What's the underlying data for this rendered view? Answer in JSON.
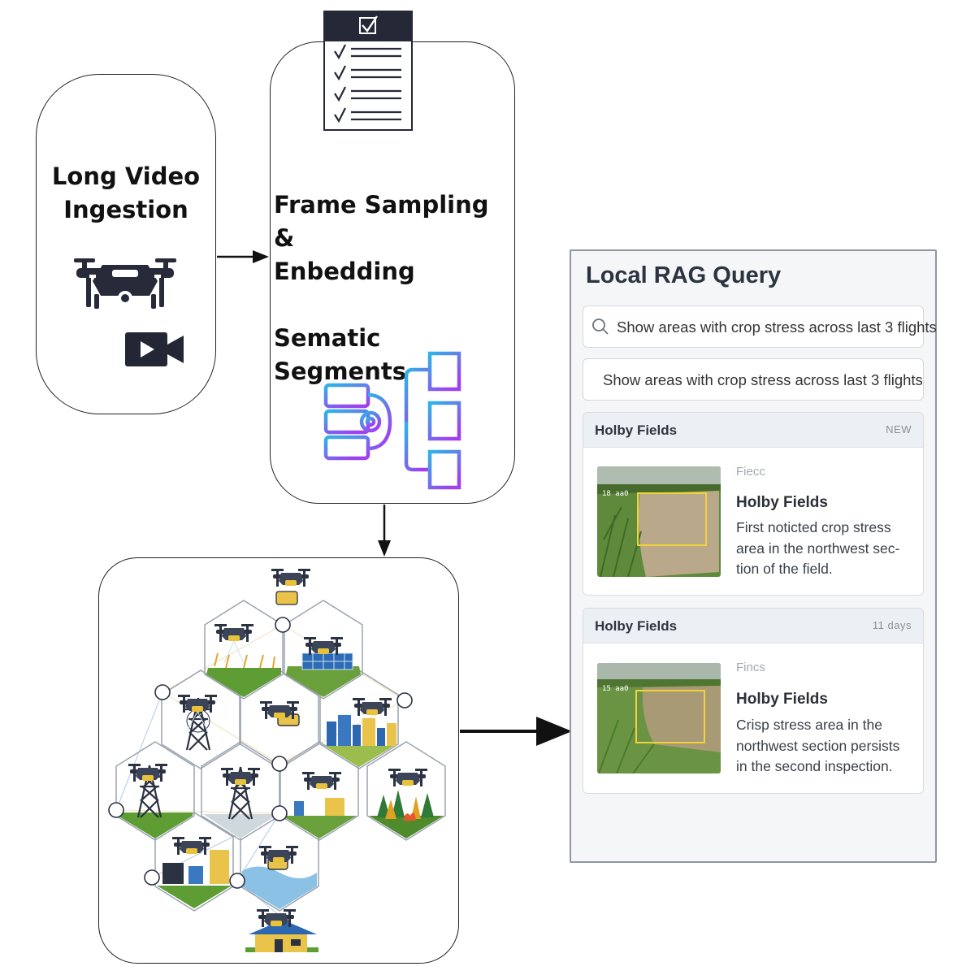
{
  "stages": {
    "ingestion": {
      "title_line1": "Long Video",
      "title_line2": "Ingestion"
    },
    "sampling": {
      "title_line1": "Frame Sampling &",
      "title_line2": "Enbedding",
      "segments_title": "Sematic Segments"
    }
  },
  "rag": {
    "title": "Local RAG Query",
    "search_text": "Show areas with crop stress across last 3 flights",
    "query_text": "Show areas with crop stress across last 3 flights",
    "results": [
      {
        "header": "Holby Fields",
        "tag": "NEW",
        "small_label": "Fiecc",
        "thumb_label": "18 aa0",
        "title": "Holby Fields",
        "desc_lines": [
          "First noticted crop stress",
          "area in the northwest sec-",
          "tion of the field."
        ]
      },
      {
        "header": "Holby Fields",
        "tag": "11 days",
        "small_label": "Fincs",
        "thumb_label": "15 aa0",
        "title": "Holby Fields",
        "desc_lines": [
          "Crisp stress area in the",
          "northwest section persists",
          "in the second inspection."
        ]
      }
    ]
  },
  "icons": [
    "drone-icon",
    "video-camera-icon",
    "checklist-icon",
    "segments-icon",
    "drone-network-illustration",
    "search-icon"
  ],
  "colors": {
    "panel_border": "#8d98a3",
    "highlight_box": "#f2d23a",
    "gradient_start": "#2bb6e6",
    "gradient_end": "#a040f0"
  }
}
